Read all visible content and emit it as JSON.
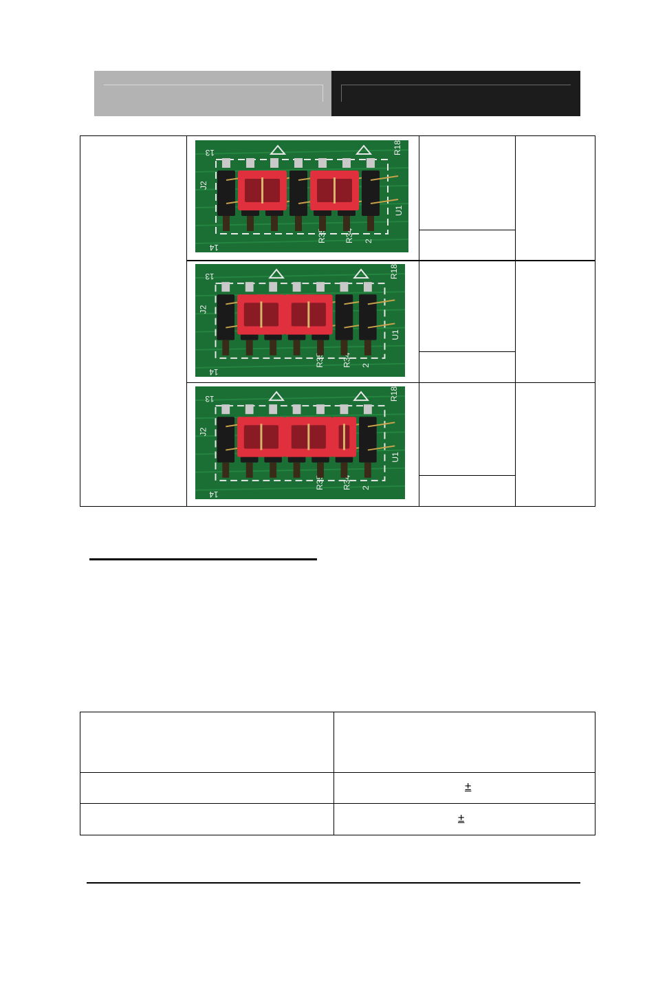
{
  "header": {
    "left_text": "",
    "right_text": ""
  },
  "jumper_table": {
    "rows": [
      {
        "name_cell": "",
        "setting_label": "",
        "setting_value": "",
        "note": "",
        "photo_label": "jumper-setting-2-pins"
      },
      {
        "setting_label": "",
        "setting_value": "",
        "note": "",
        "photo_label": "jumper-setting-adjacent-pins"
      },
      {
        "setting_label": "",
        "setting_value": "",
        "note": "",
        "photo_label": "jumper-setting-3-pins"
      }
    ],
    "board_silkscreen": [
      "13",
      "J2",
      "14",
      "R35",
      "R34",
      "2",
      "U1",
      "R18"
    ],
    "colors": {
      "pcb": "#1f7a3a",
      "jumper_cap": "#e0303e",
      "header": "#1a1a1a"
    }
  },
  "spec_table": {
    "header": [
      "",
      ""
    ],
    "rows": [
      {
        "label": "",
        "value": "±"
      },
      {
        "label": "",
        "value": "±"
      }
    ]
  }
}
